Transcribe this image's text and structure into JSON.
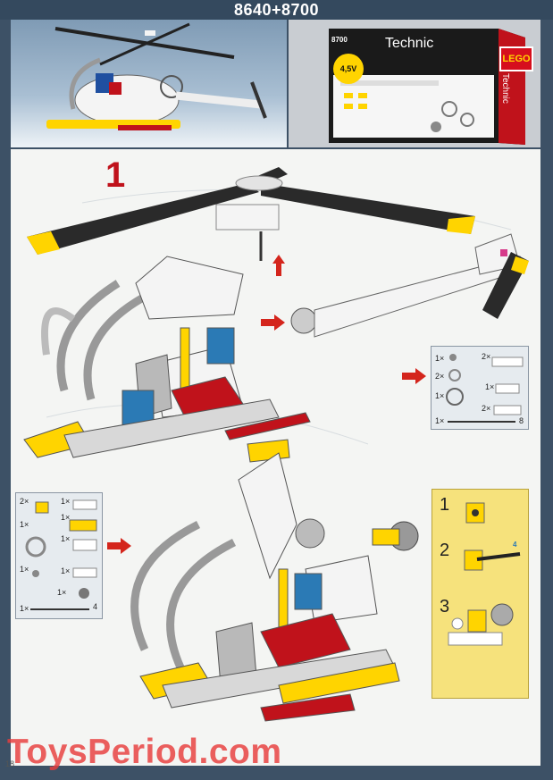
{
  "header": {
    "title": "8640+8700"
  },
  "box": {
    "set_number": "8700",
    "brand": "Technic",
    "voltage": "4,5V",
    "logo": "LEGO",
    "side_label": "Technic"
  },
  "steps": {
    "main_step": "1"
  },
  "partslist_a": {
    "quantities": [
      "1×",
      "2×",
      "2×",
      "1×",
      "1×",
      "2×",
      "1×"
    ],
    "length_label": "8"
  },
  "partslist_b": {
    "quantities": [
      "2×",
      "1×",
      "1×",
      "1×",
      "1×",
      "1×",
      "1×",
      "1×",
      "1×"
    ],
    "length_label": "4"
  },
  "subassembly": {
    "steps": [
      "1",
      "2",
      "3"
    ],
    "axle_length": "4"
  },
  "watermark": {
    "text": "ToysPeriod.com"
  },
  "page": {
    "number": "18"
  },
  "colors": {
    "frame": "#3d5166",
    "accent_red": "#c0121b",
    "lego_yellow": "#ffd400",
    "lego_red": "#d60f1d",
    "panel_yellow": "#f6e27c"
  }
}
